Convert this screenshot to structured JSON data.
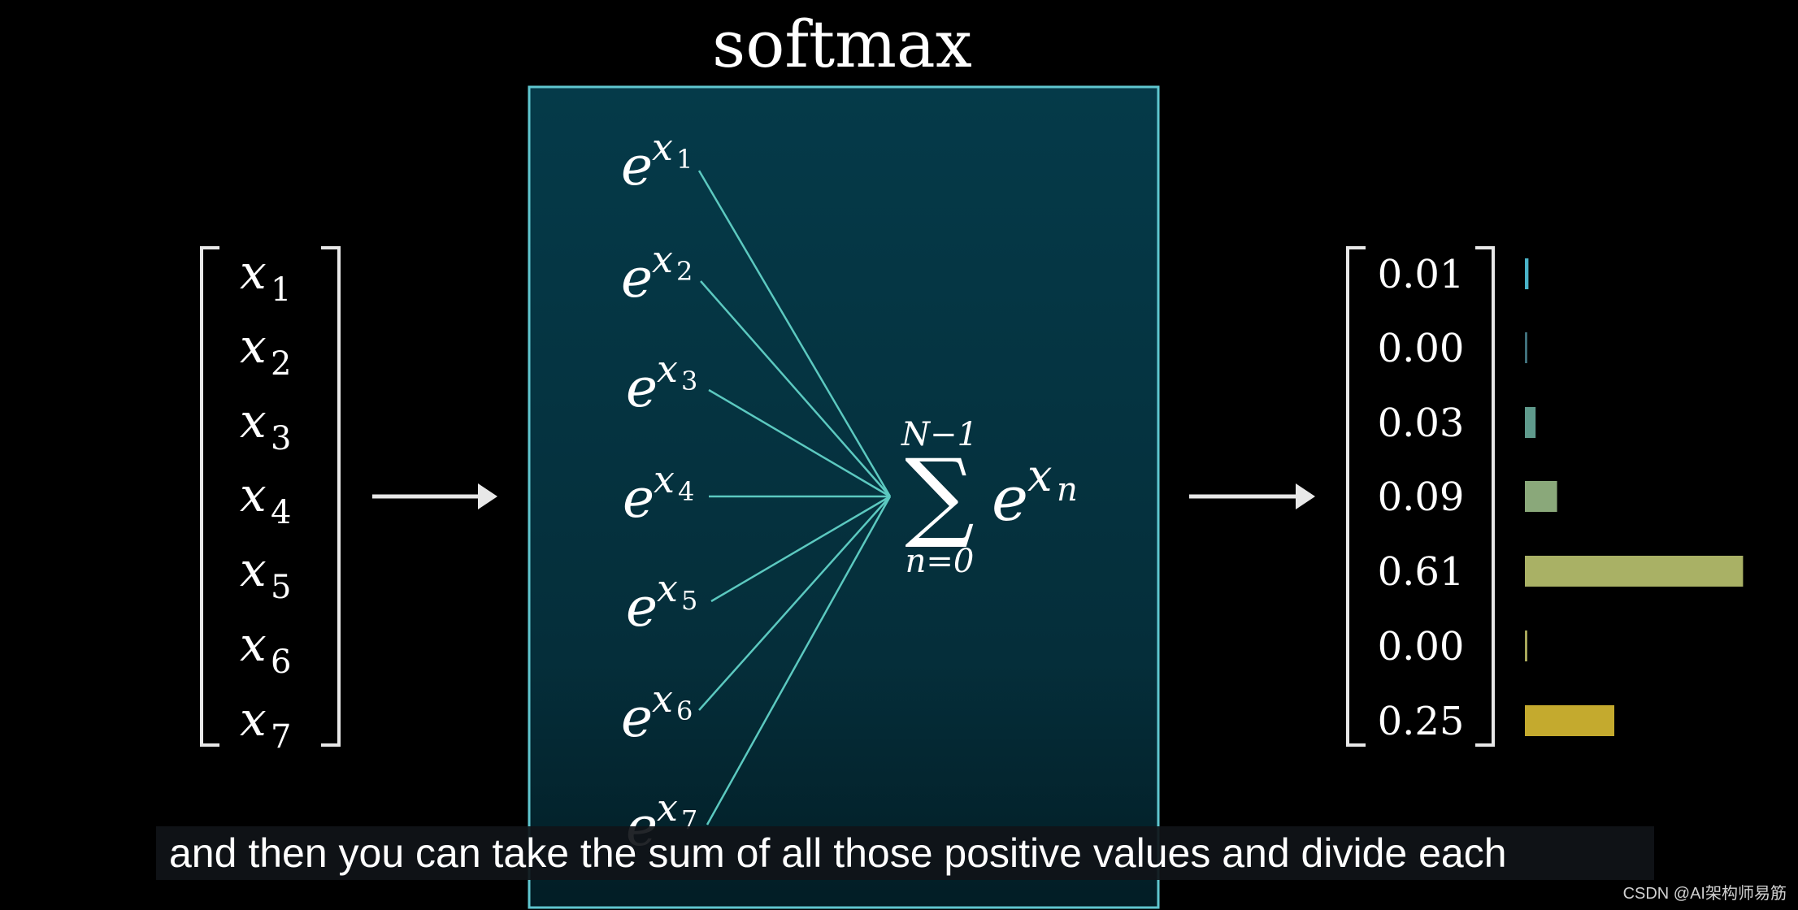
{
  "title": "softmax",
  "input_vector": {
    "entries": [
      "x",
      "x",
      "x",
      "x",
      "x",
      "x",
      "x"
    ],
    "subscripts": [
      "1",
      "2",
      "3",
      "4",
      "5",
      "6",
      "7"
    ]
  },
  "exponentials": {
    "base": "e",
    "exponents": [
      "x",
      "x",
      "x",
      "x",
      "x",
      "x",
      "x"
    ],
    "subscripts": [
      "1",
      "2",
      "3",
      "4",
      "5",
      "6",
      "7"
    ]
  },
  "summation": {
    "symbol": "∑",
    "upper": "N−1",
    "lower": "n=0",
    "base": "e",
    "exponent": "x",
    "exponent_sub": "n"
  },
  "output_vector": {
    "labels": [
      "0.01",
      "0.00",
      "0.03",
      "0.09",
      "0.61",
      "0.00",
      "0.25"
    ],
    "values": [
      0.01,
      0.0,
      0.03,
      0.09,
      0.61,
      0.0,
      0.25
    ],
    "bar_colors": [
      "#4ab3c8",
      "#3f6f7a",
      "#5f9a8c",
      "#8aa87a",
      "#a9b165",
      "#a7a65a",
      "#c4aa2e"
    ]
  },
  "colors": {
    "panel_fill": "#05323f",
    "panel_border": "#5fc6cf",
    "lines": "#5cc9c0",
    "arrow": "#e8e8e8",
    "bracket": "#e8e8e8"
  },
  "caption": "and then you can take the sum of all those positive values and divide each",
  "watermark": "CSDN @AI架构师易筋"
}
